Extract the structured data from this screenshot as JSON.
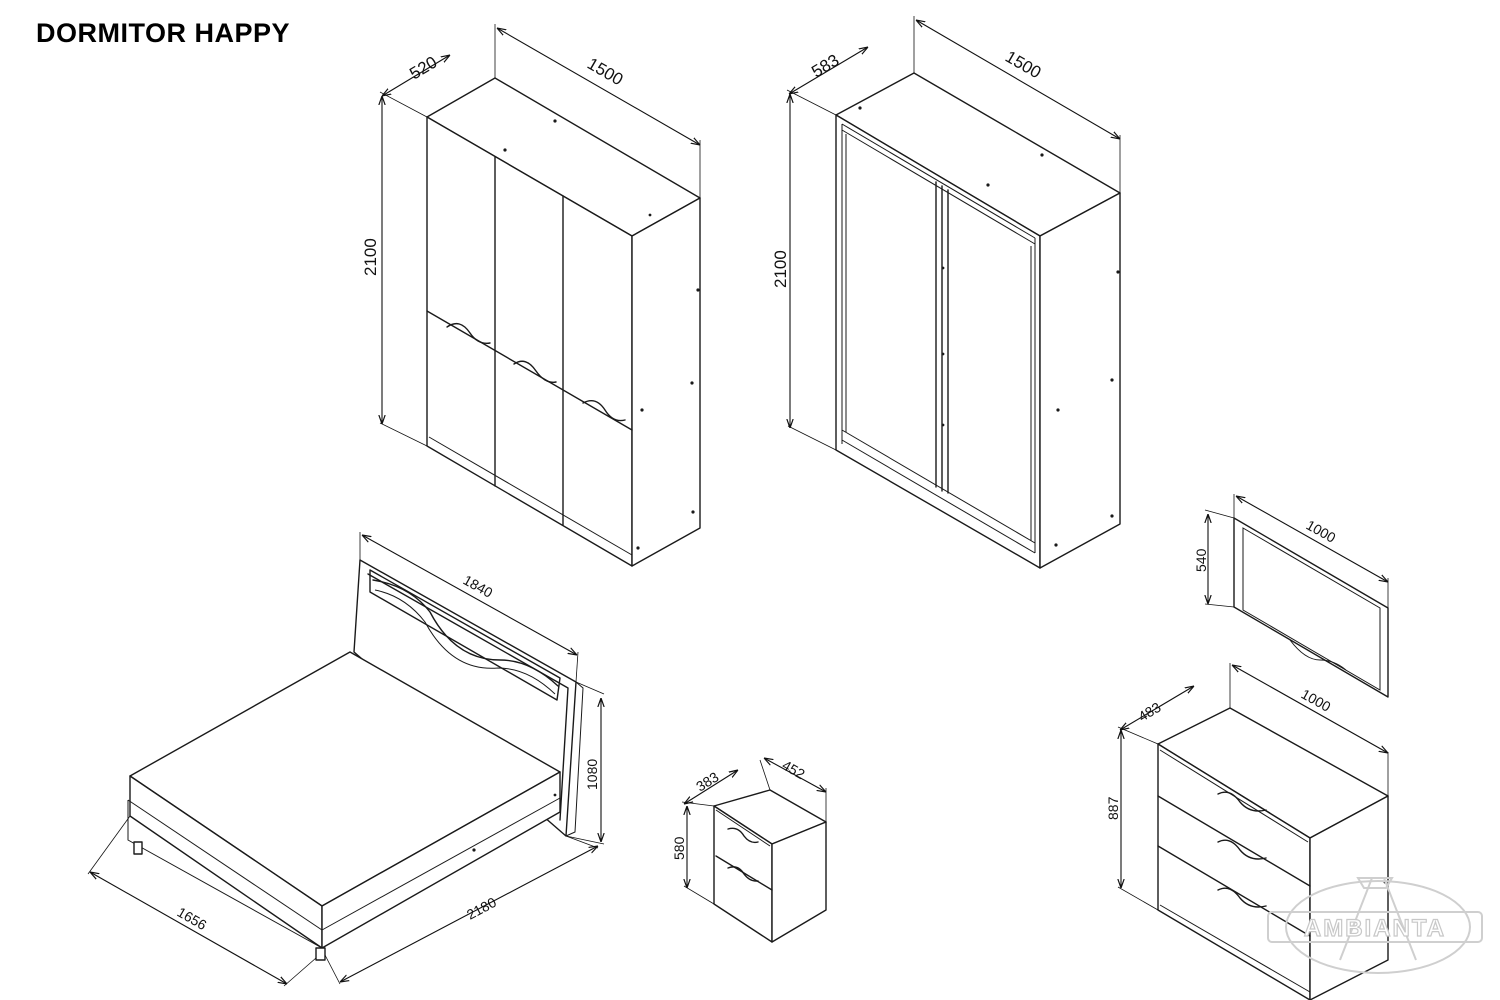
{
  "title": "DORMITOR HAPPY",
  "wardrobe_6_doors": {
    "width": "1500",
    "depth": "520",
    "height": "2100"
  },
  "wardrobe_sliding": {
    "width": "1500",
    "depth": "583",
    "height": "2100"
  },
  "bed": {
    "headboard_length": "1840",
    "width": "1656",
    "length": "2180",
    "height": "1080"
  },
  "nightstand": {
    "depth": "383",
    "width": "452",
    "height": "580"
  },
  "mirror": {
    "width": "1000",
    "height": "540"
  },
  "dresser": {
    "depth": "483",
    "width": "1000",
    "height": "887"
  },
  "logo": {
    "text": "AMBIANTA",
    "color": "#c8c8c8"
  }
}
